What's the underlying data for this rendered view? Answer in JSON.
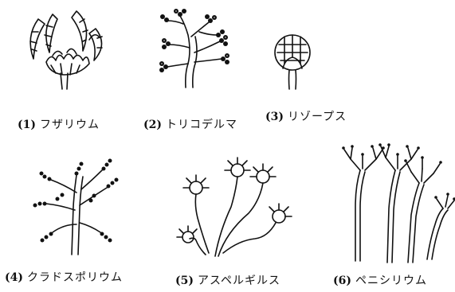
{
  "figures": [
    {
      "number": "(1)",
      "name": "フザリウム"
    },
    {
      "number": "(2)",
      "name": "トリコデルマ"
    },
    {
      "number": "(3)",
      "name": "リゾープス"
    },
    {
      "number": "(4)",
      "name": "クラドスポリウム"
    },
    {
      "number": "(5)",
      "name": "アスペルギルス"
    },
    {
      "number": "(6)",
      "name": "ペニシリウム"
    }
  ],
  "colors": {
    "ink": "#111111",
    "background": "#ffffff"
  }
}
